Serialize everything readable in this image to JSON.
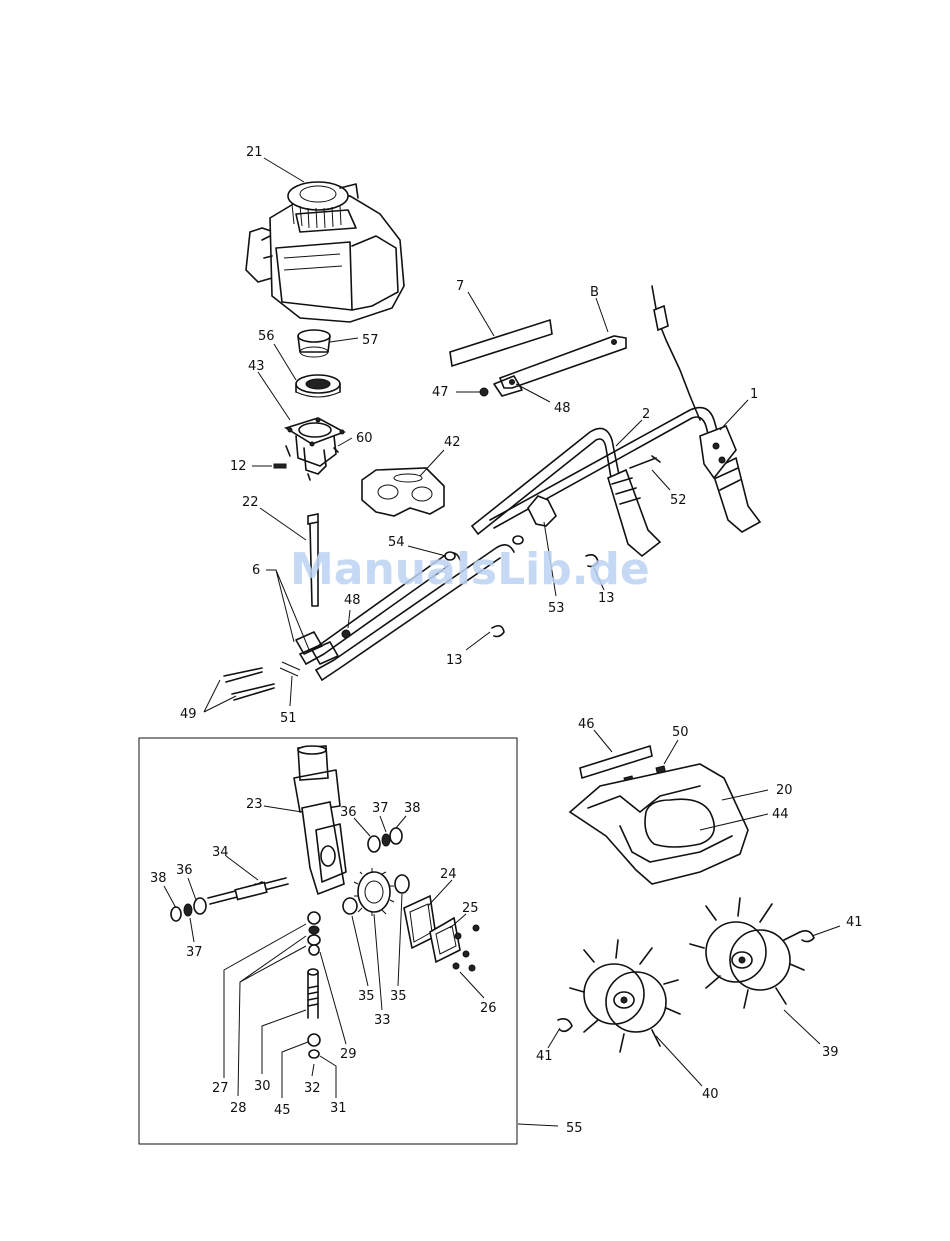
{
  "watermark": "ManualsLib.de",
  "labels": {
    "l21": "21",
    "l57": "57",
    "l56": "56",
    "l43": "43",
    "l60": "60",
    "l12": "12",
    "l7": "7",
    "lB": "B",
    "l47": "47",
    "l48a": "48",
    "l2": "2",
    "l1": "1",
    "l42": "42",
    "l52": "52",
    "l22": "22",
    "l54": "54",
    "l53": "53",
    "l13a": "13",
    "l6": "6",
    "l48b": "48",
    "l13b": "13",
    "l49": "49",
    "l51": "51",
    "l46": "46",
    "l50": "50",
    "l20": "20",
    "l44": "44",
    "l23": "23",
    "l36a": "36",
    "l37a": "37",
    "l38a": "38",
    "l34": "34",
    "l38b": "38",
    "l36b": "36",
    "l37b": "37",
    "l24": "24",
    "l25": "25",
    "l26": "26",
    "l35a": "35",
    "l35b": "35",
    "l33": "33",
    "l29": "29",
    "l27": "27",
    "l28": "28",
    "l30": "30",
    "l45": "45",
    "l32": "32",
    "l31": "31",
    "l55": "55",
    "l41a": "41",
    "l41b": "41",
    "l39": "39",
    "l40": "40"
  }
}
